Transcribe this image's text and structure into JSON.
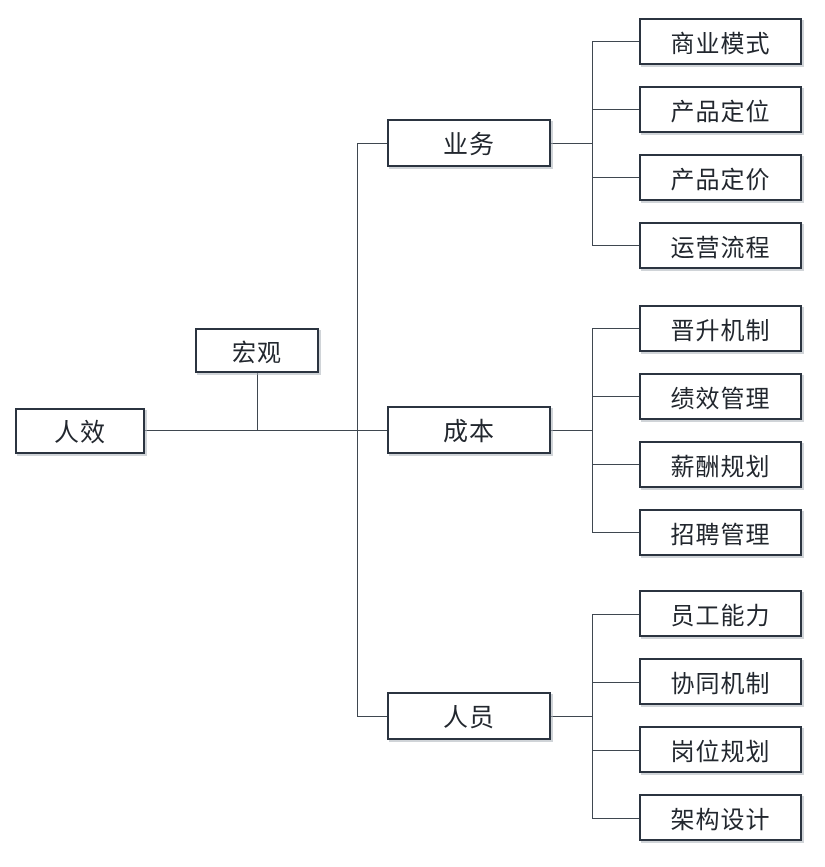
{
  "diagram": {
    "type": "tree",
    "title": "人效 organizational breakdown tree",
    "orientation": "left-to-right",
    "root": {
      "label": "人效"
    },
    "aside": {
      "label": "宏观"
    },
    "branches": [
      {
        "label": "业务",
        "children": [
          {
            "label": "商业模式"
          },
          {
            "label": "产品定位"
          },
          {
            "label": "产品定价"
          },
          {
            "label": "运营流程"
          }
        ]
      },
      {
        "label": "成本",
        "children": [
          {
            "label": "晋升机制"
          },
          {
            "label": "绩效管理"
          },
          {
            "label": "薪酬规划"
          },
          {
            "label": "招聘管理"
          }
        ]
      },
      {
        "label": "人员",
        "children": [
          {
            "label": "员工能力"
          },
          {
            "label": "协同机制"
          },
          {
            "label": "岗位规划"
          },
          {
            "label": "架构设计"
          }
        ]
      }
    ],
    "colors": {
      "background": "#ffffff",
      "box_border": "#2b3440",
      "box_fill": "#ffffff",
      "connector": "#3f4750",
      "text": "#22272e",
      "shadow": "#aab0b8"
    }
  }
}
